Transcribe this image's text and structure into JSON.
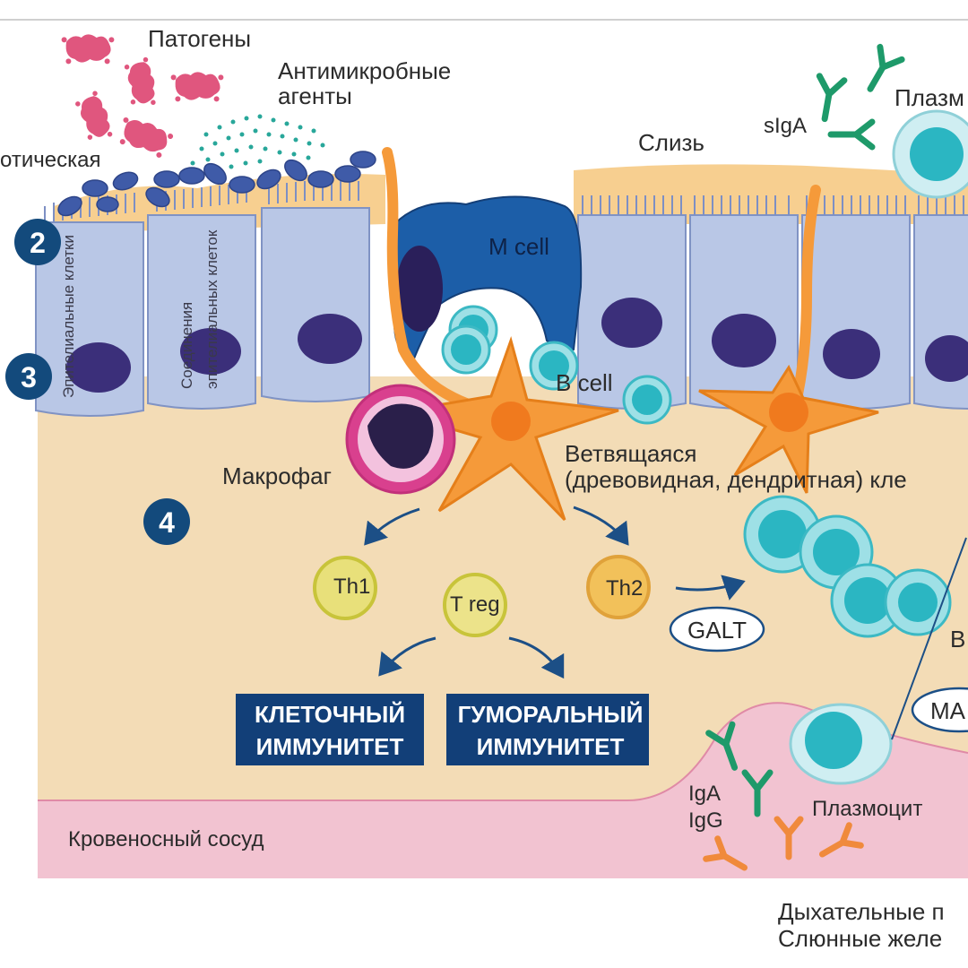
{
  "labels": {
    "pathogens": "Патогены",
    "antimicrobial_line1": "Антимикробные",
    "antimicrobial_line2": "агенты",
    "probiotic_partial": "отическая",
    "mucus": "Слизь",
    "siga": "sIgA",
    "plasma_top_partial": "Плазм",
    "m_cell": "M cell",
    "b_cell": "B cell",
    "epithelial_cells": "Эпителиальные клетки",
    "cell_junctions_line1": "Соединения",
    "cell_junctions_line2": "эпителиальных клеток",
    "macrophage": "Макрофаг",
    "dendritic_line1": "Ветвящаяся",
    "dendritic_line2": "(древовидная, дендритная) кле",
    "th1": "Th1",
    "treg": "T reg",
    "th2": "Th2",
    "galt": "GALT",
    "b_partial": "B",
    "ma_partial": "MA",
    "cellular_immunity_line1": "КЛЕТОЧНЫЙ",
    "cellular_immunity_line2": "ИММУНИТЕТ",
    "humoral_immunity_line1": "ГУМОРАЛЬНЫЙ",
    "humoral_immunity_line2": "ИММУНИТЕТ",
    "blood_vessel": "Кровеносный сосуд",
    "iga": "IgA",
    "igg": "IgG",
    "plasmocyte": "Плазмоцит",
    "respiratory_partial": "Дыхательные п",
    "salivary_partial": "Слюнные желе"
  },
  "markers": [
    "2",
    "3",
    "4"
  ],
  "colors": {
    "tissue": "#f3dcb6",
    "blood_vessel": "#f2c3d1",
    "epithelium": "#b8c8e8",
    "nucleus": "#3b2f7a",
    "dendritic": "#f59a3a",
    "m_cell": "#1c5ea8",
    "b_cell": "#3bbfc8",
    "antibody_green": "#1e9a6a",
    "antibody_orange": "#f08a3c",
    "pathogen": "#e0567e",
    "marker_blue": "#134a7c",
    "label_box": "#123f78"
  }
}
